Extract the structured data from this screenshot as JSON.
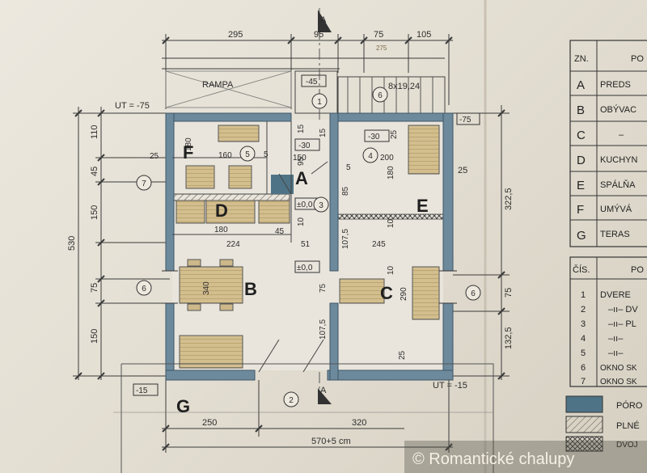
{
  "plan": {
    "section_marks": [
      "A",
      "A"
    ],
    "rooms": [
      "A",
      "B",
      "C",
      "D",
      "E",
      "F",
      "G"
    ],
    "rampa": "RAMPA",
    "levels": {
      "ut_top": "UT = -75",
      "ut_bottom": "UT = -15",
      "m45": "-45",
      "m30a": "-30",
      "m30b": "-30",
      "zero1": "±0,0",
      "zero2": "±0,0",
      "m75": "-75",
      "m15": "-15"
    },
    "stair_label": "8x19,24",
    "circles": [
      "1",
      "2",
      "3",
      "4",
      "5",
      "6",
      "6",
      "6",
      "7"
    ],
    "dims": {
      "top": [
        "295",
        "95",
        "75",
        "105"
      ],
      "top_small": "275",
      "left": [
        "110",
        "45",
        "150",
        "75",
        "150"
      ],
      "left_total": "530",
      "right": [
        "25",
        "322,5",
        "75",
        "132,5"
      ],
      "bottom": [
        "250",
        "320"
      ],
      "bottom_total": "570+5 cm"
    },
    "inner": {
      "f_dims": [
        "180",
        "160",
        "150",
        "5",
        "25",
        "10",
        "15"
      ],
      "d_dims": [
        "180",
        "224",
        "45",
        "51"
      ],
      "e_dims": [
        "200",
        "180",
        "85",
        "5",
        "25",
        "10",
        "107,5",
        "245"
      ],
      "c_dims": [
        "290",
        "75",
        "107,5",
        "25",
        "10"
      ],
      "table": "340",
      "stair": [
        "150",
        "95",
        "15"
      ]
    }
  },
  "legend": {
    "header_zn": "ZN.",
    "header_po": "PO",
    "rooms": [
      {
        "code": "A",
        "name": "PREDS"
      },
      {
        "code": "B",
        "name": "OBÝVAC"
      },
      {
        "code": "C",
        "name": "–"
      },
      {
        "code": "D",
        "name": "KUCHYN"
      },
      {
        "code": "E",
        "name": "SPÁLŇA"
      },
      {
        "code": "F",
        "name": "UMÝVÁ"
      },
      {
        "code": "G",
        "name": "TERAS"
      }
    ],
    "header_cis": "ČÍS.",
    "header_po2": "PO",
    "items": [
      {
        "num": "1",
        "name": "DVERE"
      },
      {
        "num": "2",
        "name": "–ıı– DV"
      },
      {
        "num": "3",
        "name": "–ıı– PL"
      },
      {
        "num": "4",
        "name": "–ıı–"
      },
      {
        "num": "5",
        "name": "–ıı–"
      },
      {
        "num": "6",
        "name": "OKNO SK"
      },
      {
        "num": "7",
        "name": "OKNO SK"
      }
    ],
    "materials": [
      "PÓRO",
      "PLNÉ",
      "DVOJ"
    ]
  },
  "watermark": "© Romantické chalupy",
  "colors": {
    "paper": "#e6e1d6",
    "wall": "#6d8a9d",
    "wall_edge": "#3f5566",
    "ink": "#2d2d2d",
    "wood": "#cdb88a",
    "legend_blue": "#4f7386"
  }
}
